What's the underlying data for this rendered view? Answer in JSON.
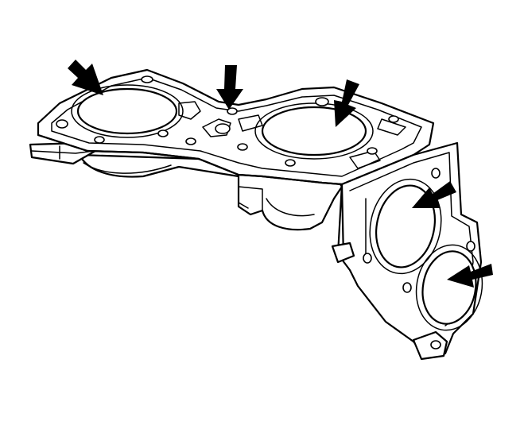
{
  "figure": {
    "subject": "engine block",
    "arrows": [
      {
        "id": "left-cylinder-bore-arrow"
      },
      {
        "id": "center-passage-arrow"
      },
      {
        "id": "right-cylinder-bore-arrow"
      },
      {
        "id": "upper-side-bore-arrow"
      },
      {
        "id": "lower-side-bore-arrow"
      }
    ]
  }
}
